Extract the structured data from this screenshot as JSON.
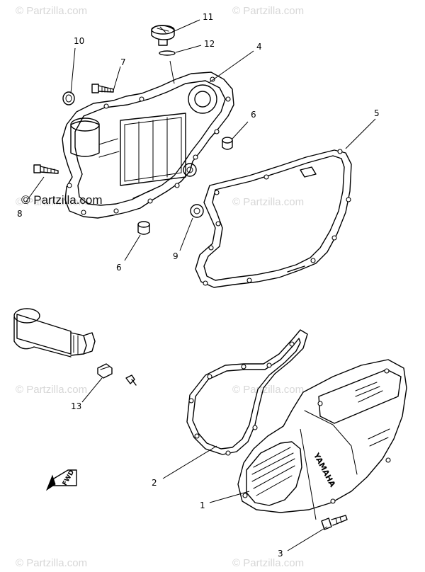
{
  "watermarks": [
    "© Partzilla.com",
    "© Partzilla.com",
    "© Partzilla.com",
    "© Partzilla.com",
    "© Partzilla.com",
    "© Partzilla.com",
    "© Partzilla.com",
    "© Partzilla.com",
    "© Partzilla.com"
  ],
  "watermark_prominent": "© Partzilla.com",
  "callouts": {
    "c1": "1",
    "c2": "2",
    "c3": "3",
    "c4": "4",
    "c5": "5",
    "c6a": "6",
    "c6b": "6",
    "c7": "7",
    "c8": "8",
    "c9": "9",
    "c10": "10",
    "c11": "11",
    "c12": "12",
    "c13": "13"
  },
  "cover_logo": "YAMAHA",
  "fwd_label": "FWD",
  "colors": {
    "line": "#000000",
    "watermark": "#d7d7d7",
    "background": "#ffffff"
  }
}
